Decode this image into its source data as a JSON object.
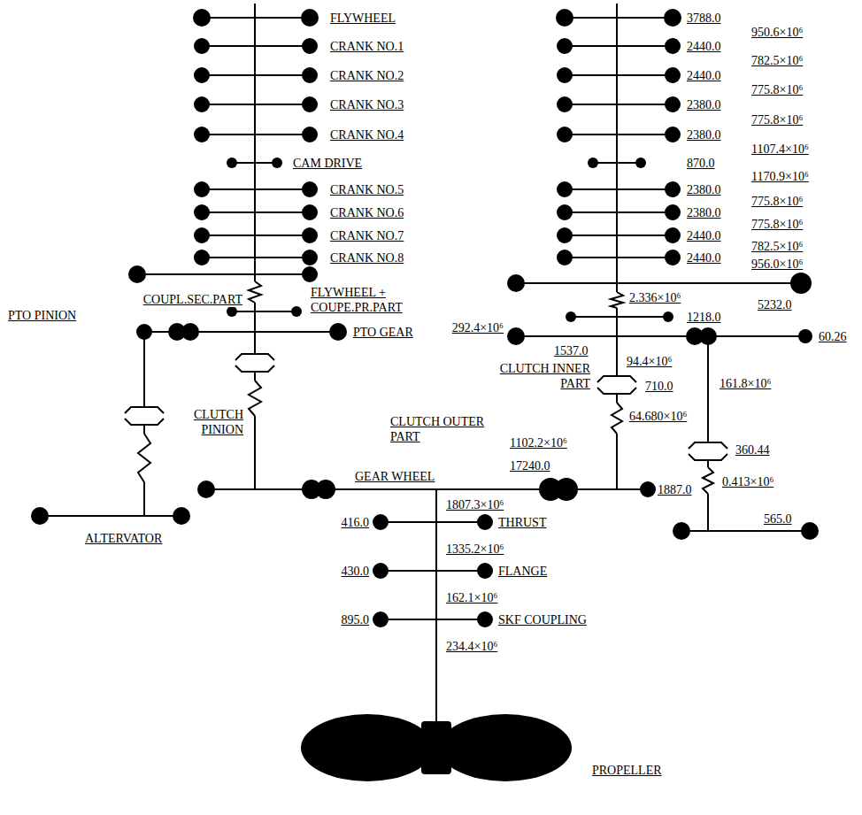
{
  "diagram": {
    "labels": [
      "FLYWHEEL",
      "CRANK NO.1",
      "CRANK NO.2",
      "CRANK NO.3",
      "CRANK NO.4",
      "CAM DRIVE",
      "CRANK NO.5",
      "CRANK NO.6",
      "CRANK NO.7",
      "CRANK NO.8",
      "COUPL.SEC.PART",
      "FLYWHEEL + COUPE.PR.PART",
      "PTO PINION",
      "PTO GEAR",
      "CLUTCH PINION",
      "ALTERVATOR",
      "GEAR WHEEL",
      "CLUTCH INNER PART",
      "CLUTCH OUTER PART",
      "1807.3×10⁶",
      "416.0",
      "THRUST",
      "1335.2×10⁶",
      "430.0",
      "FLANGE",
      "162.1×10⁶",
      "895.0",
      "SKF COUPLING",
      "234.4×10⁶",
      "PROPELLER",
      "3788.0",
      "950.6×10⁶",
      "2440.0",
      "782.5×10⁶",
      "2440.0",
      "775.8×10⁶",
      "2380.0",
      "775.8×10⁶",
      "2380.0",
      "1107.4×10⁶",
      "870.0",
      "1170.9×10⁶",
      "2380.0",
      "775.8×10⁶",
      "2380.0",
      "775.8×10⁶",
      "2440.0",
      "782.5×10⁶",
      "2440.0",
      "956.0×10⁶",
      "5232.0",
      "2.336×10⁶",
      "1218.0",
      "292.4×10⁶",
      "1537.0",
      "60.26",
      "94.4×10⁶",
      "710.0",
      "161.8×10⁶",
      "64.680×10⁶",
      "1102.2×10⁶",
      "17240.0",
      "360.44",
      "1887.0",
      "0.413×10⁶",
      "565.0"
    ]
  }
}
